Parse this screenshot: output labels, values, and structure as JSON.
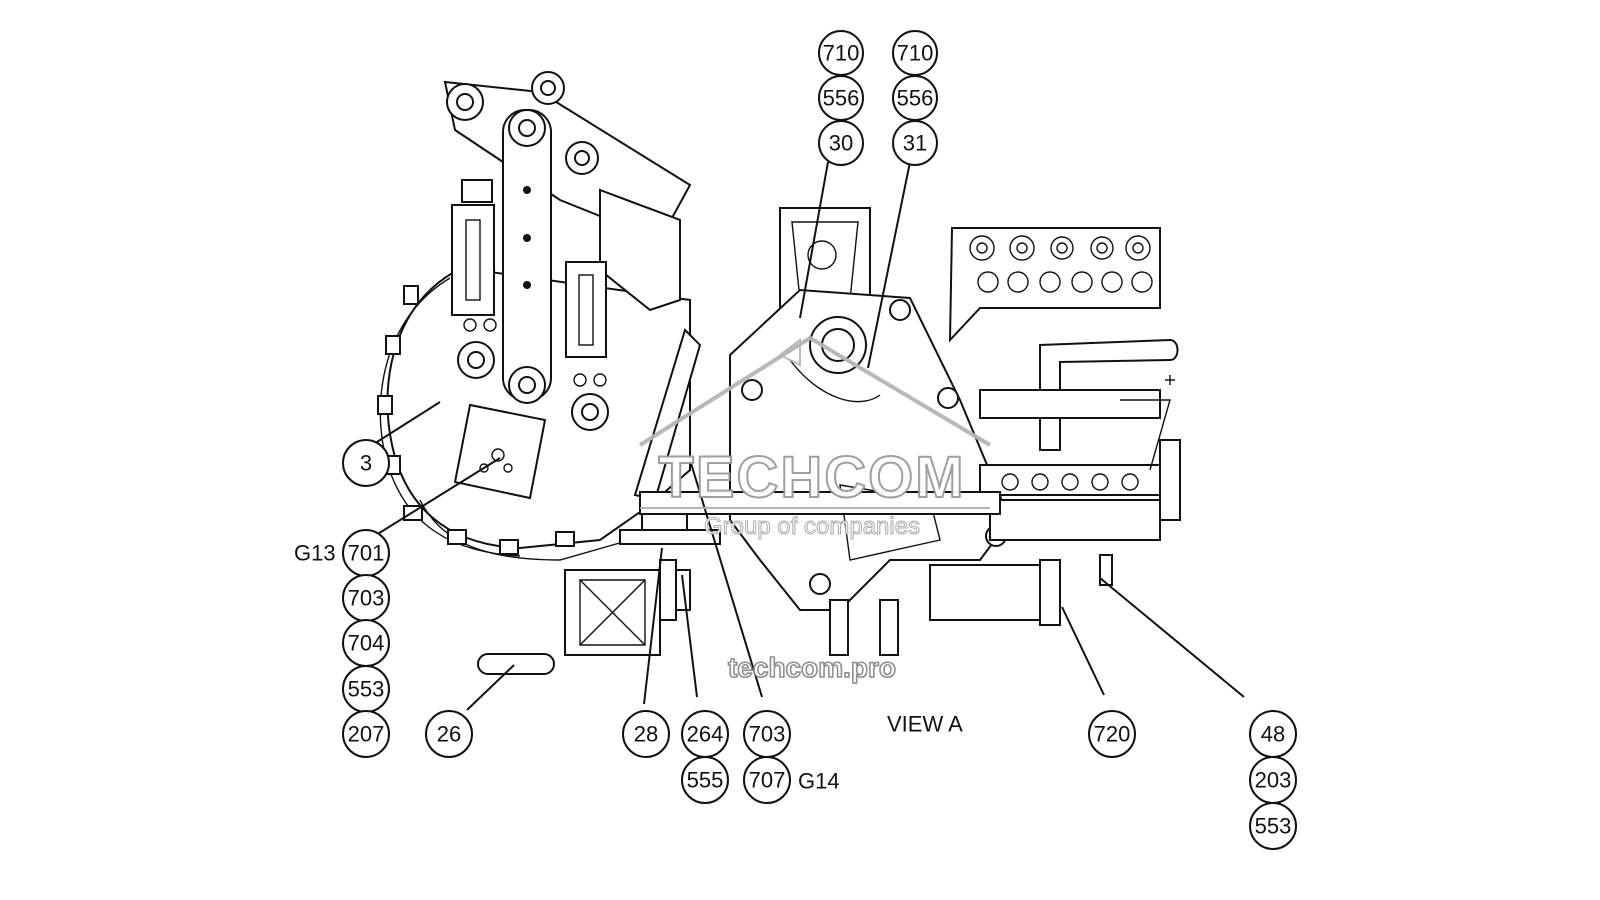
{
  "view_label": "VIEW A",
  "callouts": {
    "b710a": "710",
    "b556a": "556",
    "b30": "30",
    "b710b": "710",
    "b556b": "556",
    "b31": "31",
    "b3": "3",
    "b701": "701",
    "b703a": "703",
    "b704": "704",
    "b553a": "553",
    "b207": "207",
    "b26": "26",
    "b28": "28",
    "b264": "264",
    "b555": "555",
    "b703b": "703",
    "b707": "707",
    "b720": "720",
    "b48": "48",
    "b203": "203",
    "b553b": "553"
  },
  "group_labels": {
    "g13": "G13",
    "g14": "G14"
  },
  "watermark": {
    "brand": "TECHCOM",
    "tagline": "Group of companies",
    "url": "techcom.pro"
  }
}
